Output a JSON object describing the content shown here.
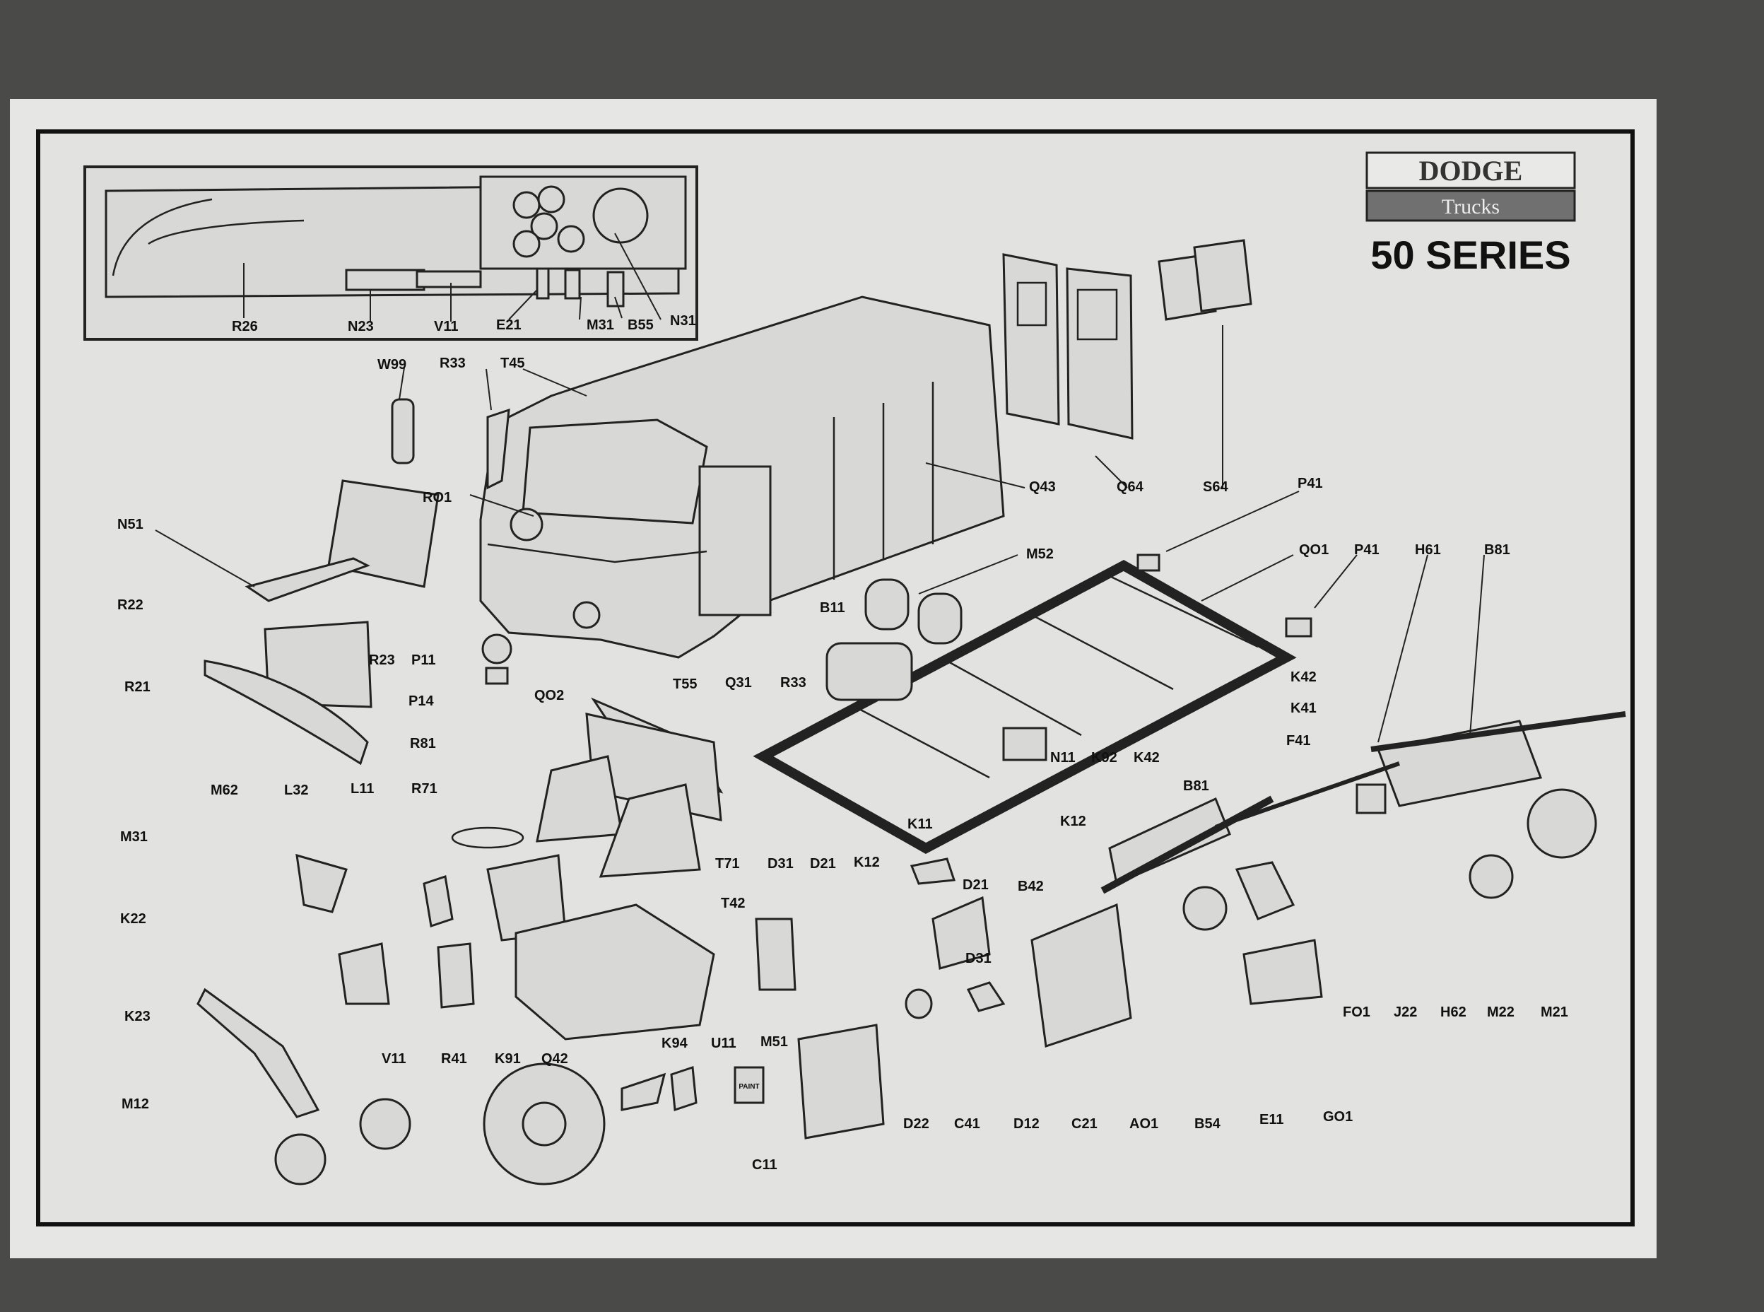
{
  "brand": {
    "name": "DODGE",
    "sub": "Trucks",
    "series": "50 SERIES"
  },
  "labels": {
    "R26": "R26",
    "N23": "N23",
    "V11_dash": "V11",
    "E21": "E21",
    "M31_dash": "M31",
    "B55": "B55",
    "N31": "N31",
    "W99": "W99",
    "R33_top": "R33",
    "T45": "T45",
    "RO1": "RO1",
    "Q43": "Q43",
    "Q64": "Q64",
    "S64": "S64",
    "P41_top": "P41",
    "N51": "N51",
    "M52": "M52",
    "QO1": "QO1",
    "P41_right": "P41",
    "H61": "H61",
    "B81_right": "B81",
    "R22": "R22",
    "B11": "B11",
    "R23": "R23",
    "P11": "P11",
    "R21": "R21",
    "P14": "P14",
    "QO2": "QO2",
    "Q31": "Q31",
    "R33_mid": "R33",
    "T55": "T55",
    "K42_right": "K42",
    "K41": "K41",
    "R81": "R81",
    "F41": "F41",
    "N11": "N11",
    "K92": "K92",
    "K42_mid": "K42",
    "B81_mid": "B81",
    "M62": "M62",
    "L32": "L32",
    "L11": "L11",
    "R71": "R71",
    "K11": "K11",
    "K12_a": "K12",
    "K12_b": "K12",
    "M31": "M31",
    "D31_a": "D31",
    "D21_a": "D21",
    "T71": "T71",
    "D21_b": "D21",
    "B42": "B42",
    "K22": "K22",
    "T42": "T42",
    "D31_b": "D31",
    "K23": "K23",
    "M51": "M51",
    "FO1": "FO1",
    "J22": "J22",
    "H62": "H62",
    "M22": "M22",
    "M21": "M21",
    "V11": "V11",
    "R41": "R41",
    "K91": "K91",
    "Q42": "Q42",
    "K94": "K94",
    "U11": "U11",
    "D22": "D22",
    "C41": "C41",
    "D12": "D12",
    "C21": "C21",
    "AO1": "AO1",
    "B54": "B54",
    "E11": "E11",
    "GO1": "GO1",
    "M12": "M12",
    "C11": "C11"
  },
  "paint_text": "PAINT"
}
